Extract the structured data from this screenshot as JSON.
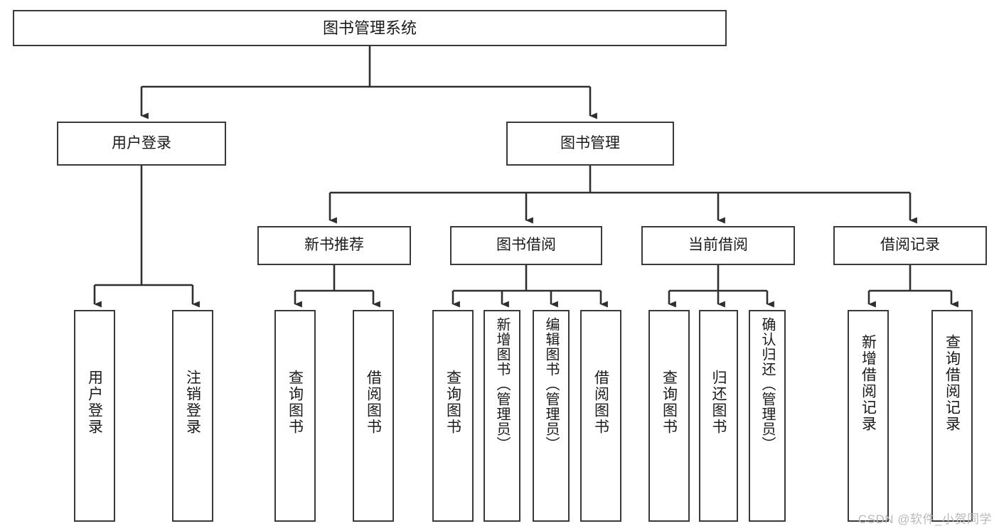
{
  "diagram": {
    "title": "图书管理系统",
    "type": "tree-hierarchy",
    "root": {
      "id": "root",
      "label": "图书管理系统"
    },
    "level2": [
      {
        "id": "user-login",
        "label": "用户登录"
      },
      {
        "id": "book-management",
        "label": "图书管理"
      }
    ],
    "level3": [
      {
        "id": "new-book-recommend",
        "label": "新书推荐",
        "parent": "book-management"
      },
      {
        "id": "book-borrow",
        "label": "图书借阅",
        "parent": "book-management"
      },
      {
        "id": "current-borrow",
        "label": "当前借阅",
        "parent": "book-management"
      },
      {
        "id": "borrow-record",
        "label": "借阅记录",
        "parent": "book-management"
      }
    ],
    "leaves": [
      {
        "id": "leaf-user-login",
        "label": "用户登录",
        "parent": "user-login"
      },
      {
        "id": "leaf-logout",
        "label": "注销登录",
        "parent": "user-login"
      },
      {
        "id": "leaf-query-book-1",
        "label": "查询图书",
        "parent": "new-book-recommend"
      },
      {
        "id": "leaf-borrow-book-1",
        "label": "借阅图书",
        "parent": "new-book-recommend"
      },
      {
        "id": "leaf-query-book-2",
        "label": "查询图书",
        "parent": "book-borrow"
      },
      {
        "id": "leaf-add-book",
        "label": "新增图书（管理员）",
        "parent": "book-borrow"
      },
      {
        "id": "leaf-edit-book",
        "label": "编辑图书（管理员）",
        "parent": "book-borrow"
      },
      {
        "id": "leaf-borrow-book-2",
        "label": "借阅图书",
        "parent": "book-borrow"
      },
      {
        "id": "leaf-query-book-3",
        "label": "查询图书",
        "parent": "current-borrow"
      },
      {
        "id": "leaf-return-book",
        "label": "归还图书",
        "parent": "current-borrow"
      },
      {
        "id": "leaf-confirm-return",
        "label": "确认归还（管理员）",
        "parent": "current-borrow"
      },
      {
        "id": "leaf-add-record",
        "label": "新增借阅记录",
        "parent": "borrow-record"
      },
      {
        "id": "leaf-query-record",
        "label": "查询借阅记录",
        "parent": "borrow-record"
      }
    ]
  },
  "watermark": {
    "text": "CSDN @软件_小贺同学"
  },
  "colors": {
    "stroke": "#3a3a3a",
    "background": "#ffffff",
    "text": "#1a1a1a",
    "watermark": "#b9b9b9"
  }
}
